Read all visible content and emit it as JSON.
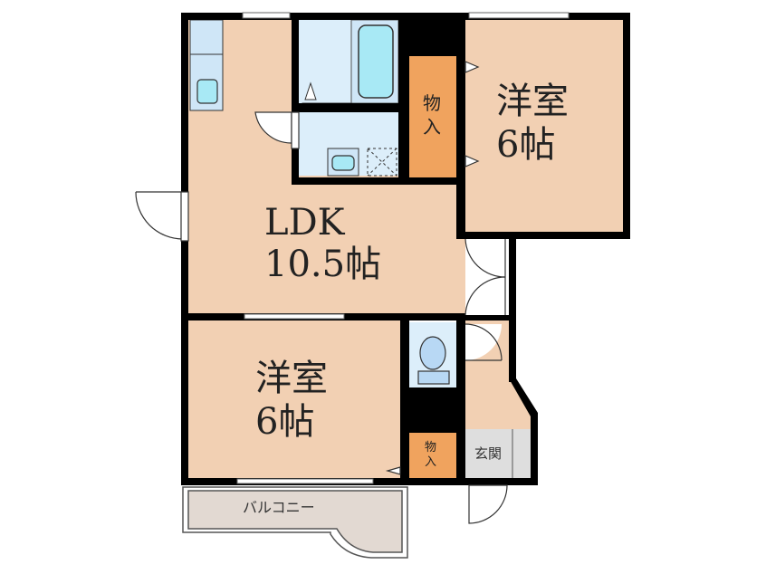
{
  "floorplan": {
    "colors": {
      "room": "#f2d0b3",
      "wall": "#000000",
      "wet": "#dceefa",
      "fixture": "#a8e9f5",
      "storage": "#f0a35e",
      "entrance": "#dedede",
      "balcony": "#e2d9d2"
    },
    "rooms": [
      {
        "id": "ldk",
        "name": "LDK",
        "size": "10.5帖"
      },
      {
        "id": "western-room-1",
        "name": "洋室",
        "size": "6帖"
      },
      {
        "id": "western-room-2",
        "name": "洋室",
        "size": "6帖"
      }
    ],
    "storage_top": {
      "label_1": "物",
      "label_2": "入"
    },
    "storage_bottom": {
      "label_1": "物",
      "label_2": "入"
    },
    "entrance": {
      "label": "玄関"
    },
    "balcony": {
      "label": "バルコニー"
    }
  }
}
